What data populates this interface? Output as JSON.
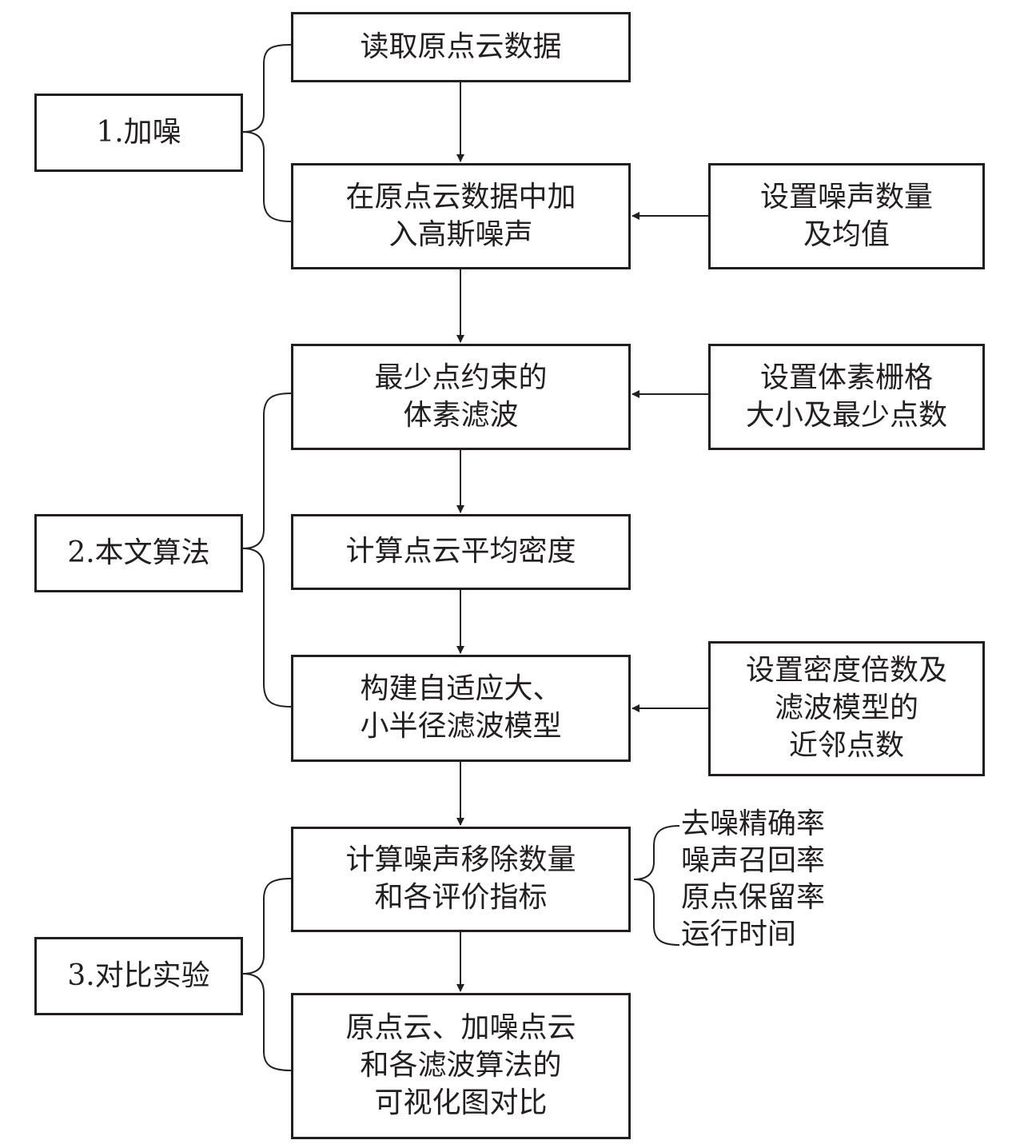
{
  "colors": {
    "stroke": "#231f20",
    "background": "#ffffff"
  },
  "stages": {
    "noise": "1.加噪",
    "algorithm": "2.本文算法",
    "experiment": "3.对比实验"
  },
  "steps": {
    "read": [
      "读取原点云数据"
    ],
    "add_noise": [
      "在原点云数据中加",
      "入高斯噪声"
    ],
    "voxel_filter": [
      "最少点约束的",
      "体素滤波"
    ],
    "density": [
      "计算点云平均密度"
    ],
    "adaptive_model": [
      "构建自适应大、",
      "小半径滤波模型"
    ],
    "metrics": [
      "计算噪声移除数量",
      "和各评价指标"
    ],
    "visual_compare": [
      "原点云、加噪点云",
      "和各滤波算法的",
      "可视化图对比"
    ]
  },
  "params": {
    "noise_settings": [
      "设置噪声数量",
      "及均值"
    ],
    "voxel_settings": [
      "设置体素栅格",
      "大小及最少点数"
    ],
    "density_settings": [
      "设置密度倍数及",
      "滤波模型的",
      "近邻点数"
    ]
  },
  "metric_list": [
    "去噪精确率",
    "噪声召回率",
    "原点保留率",
    "运行时间"
  ]
}
